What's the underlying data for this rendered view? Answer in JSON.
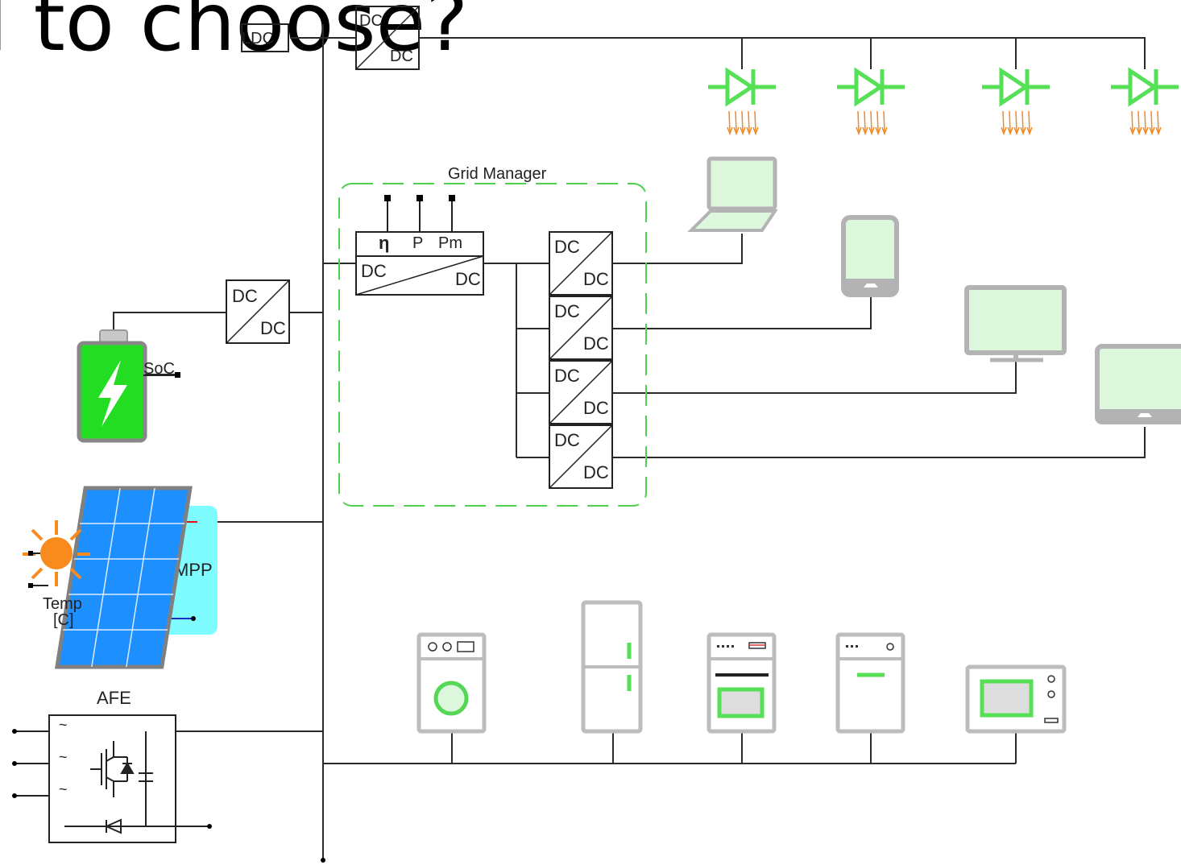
{
  "title": "l to choose?",
  "labels": {
    "grid_manager": "Grid Manager",
    "soc": "SoC",
    "mpp": "MPP",
    "temp_line1": "Temp",
    "temp_line2": "[C]",
    "afe": "AFE",
    "ldc": "LDC",
    "dc": "DC",
    "eta": "η",
    "p": "P",
    "pm": "Pm",
    "tilde": "~"
  },
  "colors": {
    "wire": "#2b2b2b",
    "led_green": "#55e055",
    "led_rays": "#f08a24",
    "device_fill": "#ddf7dd",
    "device_frame": "#b3b3b3",
    "battery_green": "#22dd22",
    "solar_blue": "#1e8fff",
    "mpp_cyan": "#7ffcff",
    "sun_orange": "#f98b1e",
    "manager_dash": "#4fd14f"
  },
  "leds": [
    "led",
    "led",
    "led",
    "led"
  ],
  "converter_bank": [
    "dc-dc",
    "dc-dc",
    "dc-dc",
    "dc-dc"
  ],
  "dc_loads": [
    "laptop",
    "phone",
    "monitor",
    "tablet"
  ],
  "ac_appliances": [
    "washing-machine",
    "fridge",
    "oven",
    "dishwasher",
    "microwave"
  ]
}
